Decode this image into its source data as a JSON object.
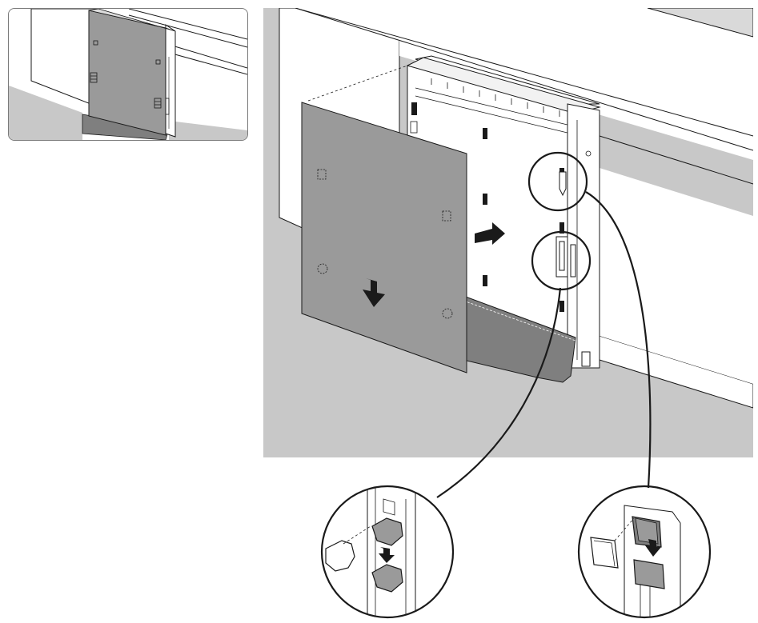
{
  "figure": {
    "description_panels": [
      "overview-inset",
      "main-assembly-view",
      "detail-bracket-left",
      "detail-bracket-right"
    ]
  },
  "colors": {
    "panel_fill": "#9a9a9a",
    "floor_fill": "#c8c8c8",
    "plinth_fill": "#7f7f7f",
    "line": "#1a1a1a",
    "background": "#ffffff",
    "arrow": "#1a1a1a"
  },
  "icons": {
    "arrow_down": "arrow-down-icon",
    "arrow_right": "arrow-right-icon"
  }
}
